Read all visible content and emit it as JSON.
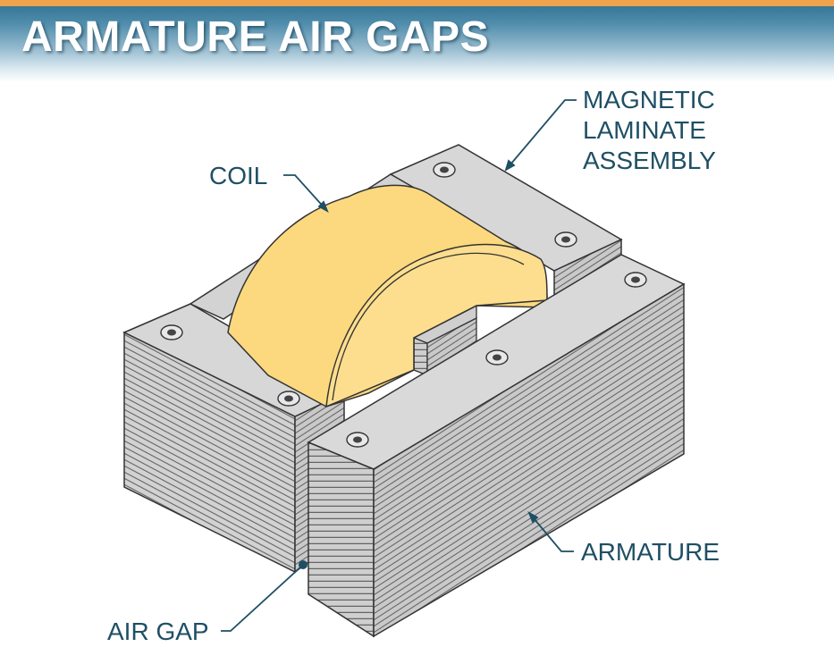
{
  "title": "ARMATURE AIR GAPS",
  "labels": {
    "magnetic_line1": "MAGNETIC",
    "magnetic_line2": "LAMINATE",
    "magnetic_line3": "ASSEMBLY",
    "coil": "COIL",
    "armature": "ARMATURE",
    "air_gap": "AIR GAP"
  },
  "colors": {
    "accent_rule": "#f1a24c",
    "title_band": "#2f6f8f",
    "label_text": "#1f4f64",
    "coil_fill": "#fcd97e",
    "steel_top": "#d6d6d6",
    "steel_side": "#c3c3c3"
  }
}
